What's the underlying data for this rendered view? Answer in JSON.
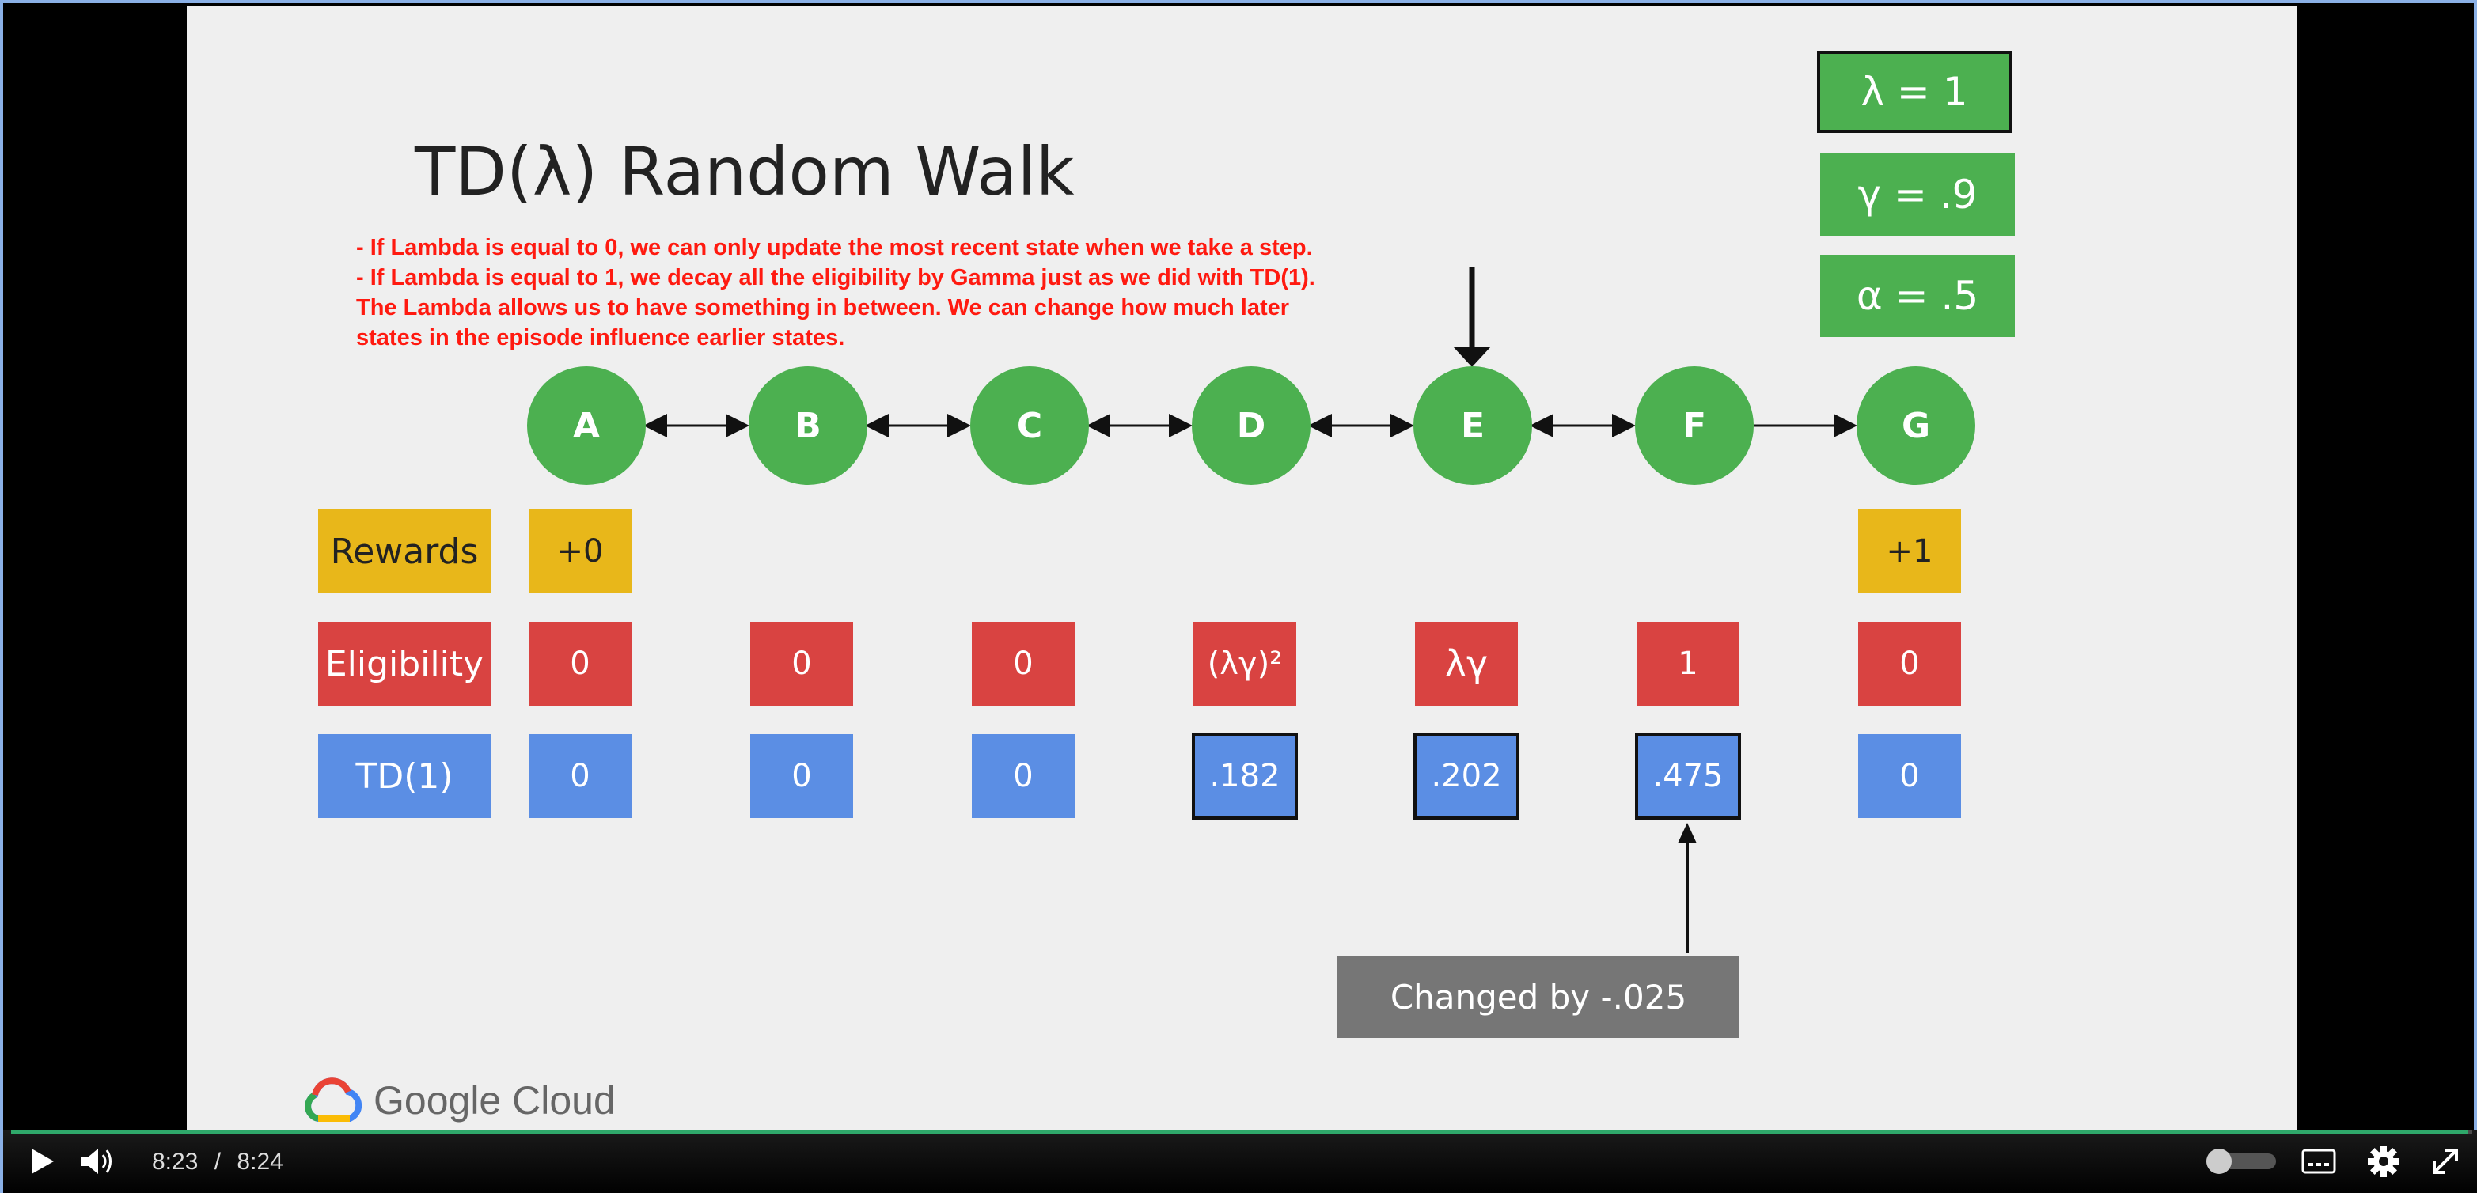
{
  "slide": {
    "title": "TD(λ) Random Walk",
    "notes": [
      "- If Lambda is equal to 0, we can only update the most recent state when we take a step.",
      "- If Lambda is equal to 1, we decay all the eligibility by Gamma just as we did with TD(1).",
      "The Lambda allows us to have something in between. We can change how much later",
      "states in the episode influence earlier states."
    ],
    "params": {
      "lambda": "λ = 1",
      "gamma": "γ = .9",
      "alpha": "α = .5"
    },
    "states": [
      "A",
      "B",
      "C",
      "D",
      "E",
      "F",
      "G"
    ],
    "row_labels": {
      "rewards": "Rewards",
      "eligibility": "Eligibility",
      "td1": "TD(1)"
    },
    "rewards": {
      "A": "+0",
      "G": "+1"
    },
    "eligibility": [
      "0",
      "0",
      "0",
      "(λγ)²",
      "λγ",
      "1",
      "0"
    ],
    "td1": [
      ".0",
      "0",
      "0",
      ".182",
      ".202",
      ".475",
      "0"
    ],
    "changed_label": "Changed by  -.025",
    "brand": "Google Cloud",
    "colors": {
      "green": "#4cb050",
      "yellow": "#e8b71a",
      "red": "#d94341",
      "blue": "#5b8ee4",
      "note_red": "#ff1a10"
    }
  },
  "player": {
    "current_time": "8:23",
    "separator": "/",
    "duration": "8:24",
    "progress": 0.998,
    "icons": [
      "play-icon",
      "volume-icon",
      "captions-icon",
      "gear-icon",
      "fullscreen-icon"
    ]
  }
}
